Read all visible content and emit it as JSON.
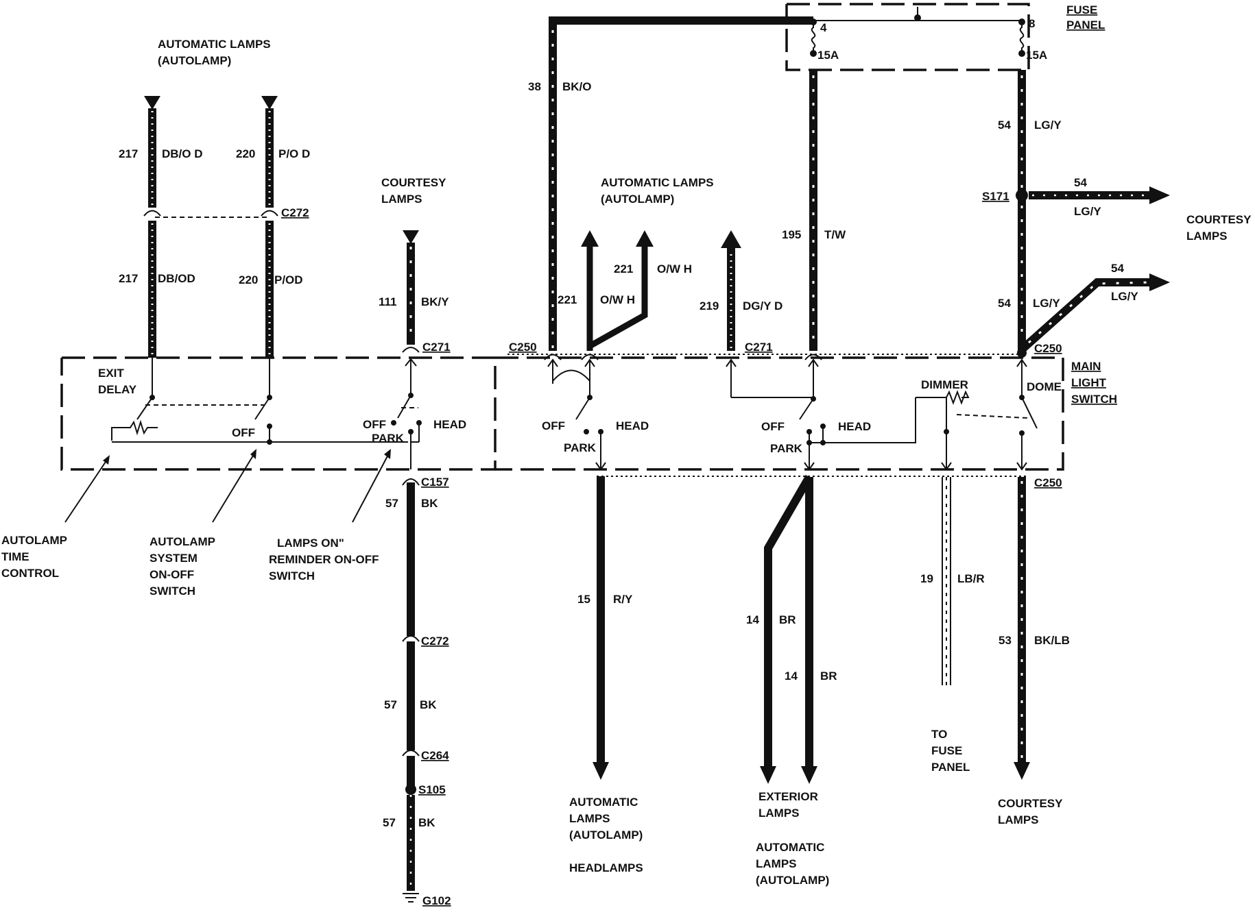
{
  "colors": {
    "ink": "#111111",
    "paper": "#ffffff"
  },
  "labels": {
    "auto_top_left_1": "AUTOMATIC LAMPS",
    "auto_top_left_2": "(AUTOLAMP)",
    "courtesy_top_1": "COURTESY",
    "courtesy_top_2": "LAMPS",
    "auto_mid_1": "AUTOMATIC LAMPS",
    "auto_mid_2": "(AUTOLAMP)",
    "fuse_panel_1": "FUSE",
    "fuse_panel_2": "PANEL",
    "courtesy_right_1": "COURTESY",
    "courtesy_right_2": "LAMPS",
    "main_light_1": "MAIN",
    "main_light_2": "LIGHT",
    "main_light_3": "SWITCH",
    "time_control_1": "AUTOLAMP",
    "time_control_2": "TIME",
    "time_control_3": "CONTROL",
    "system_switch_1": "AUTOLAMP",
    "system_switch_2": "SYSTEM",
    "system_switch_3": "ON-OFF",
    "system_switch_4": "SWITCH",
    "reminder_1": "LAMPS ON\"",
    "reminder_2": "REMINDER ON-OFF",
    "reminder_3": "SWITCH",
    "bottom_auto_1": "AUTOMATIC",
    "bottom_auto_2": "LAMPS",
    "bottom_auto_3": "(AUTOLAMP)",
    "bottom_headlamps": "HEADLAMPS",
    "exterior_1": "EXTERIOR",
    "exterior_2": "LAMPS",
    "exterior_auto_1": "AUTOMATIC",
    "exterior_auto_2": "LAMPS",
    "exterior_auto_3": "(AUTOLAMP)",
    "to_fuse_1": "TO",
    "to_fuse_2": "FUSE",
    "to_fuse_3": "PANEL",
    "courtesy_bottom_1": "COURTESY",
    "courtesy_bottom_2": "LAMPS"
  },
  "switch_labels": {
    "exit_delay_1": "EXIT",
    "exit_delay_2": "DELAY",
    "off": "OFF",
    "head": "HEAD",
    "park": "PARK",
    "dimmer": "DIMMER",
    "dome": "DOME"
  },
  "fuses": [
    {
      "number": "4",
      "rating": "15A"
    },
    {
      "number": "8",
      "rating": "15A"
    }
  ],
  "connectors": {
    "c272_top": "C272",
    "c271_left": "C271",
    "c271_right": "C271",
    "c250_left": "C250",
    "c250_top_right": "C250",
    "c250_bottom": "C250",
    "c157": "C157",
    "c272_bottom": "C272",
    "c264": "C264",
    "s105": "S105",
    "g102": "G102",
    "s171": "S171"
  },
  "wires": [
    {
      "id": "w217a",
      "circuit": "217",
      "color": "DB/O D"
    },
    {
      "id": "w217b",
      "circuit": "217",
      "color": "DB/OD"
    },
    {
      "id": "w220a",
      "circuit": "220",
      "color": "P/O D"
    },
    {
      "id": "w220b",
      "circuit": "220",
      "color": "P/OD"
    },
    {
      "id": "w111",
      "circuit": "111",
      "color": "BK/Y"
    },
    {
      "id": "w38",
      "circuit": "38",
      "color": "BK/O"
    },
    {
      "id": "w221a",
      "circuit": "221",
      "color": "O/W H"
    },
    {
      "id": "w221b",
      "circuit": "221",
      "color": "O/W H"
    },
    {
      "id": "w219",
      "circuit": "219",
      "color": "DG/Y D"
    },
    {
      "id": "w195",
      "circuit": "195",
      "color": "T/W"
    },
    {
      "id": "w54a",
      "circuit": "54",
      "color": "LG/Y"
    },
    {
      "id": "w54b",
      "circuit": "54",
      "color": "LG/Y"
    },
    {
      "id": "w54c",
      "circuit": "54",
      "color": "LG/Y"
    },
    {
      "id": "w54d",
      "circuit": "54",
      "color": "LG/Y"
    },
    {
      "id": "w57a",
      "circuit": "57",
      "color": "BK"
    },
    {
      "id": "w57b",
      "circuit": "57",
      "color": "BK"
    },
    {
      "id": "w57c",
      "circuit": "57",
      "color": "BK"
    },
    {
      "id": "w15",
      "circuit": "15",
      "color": "R/Y"
    },
    {
      "id": "w14a",
      "circuit": "14",
      "color": "BR"
    },
    {
      "id": "w14b",
      "circuit": "14",
      "color": "BR"
    },
    {
      "id": "w19",
      "circuit": "19",
      "color": "LB/R"
    },
    {
      "id": "w53",
      "circuit": "53",
      "color": "BK/LB"
    }
  ]
}
